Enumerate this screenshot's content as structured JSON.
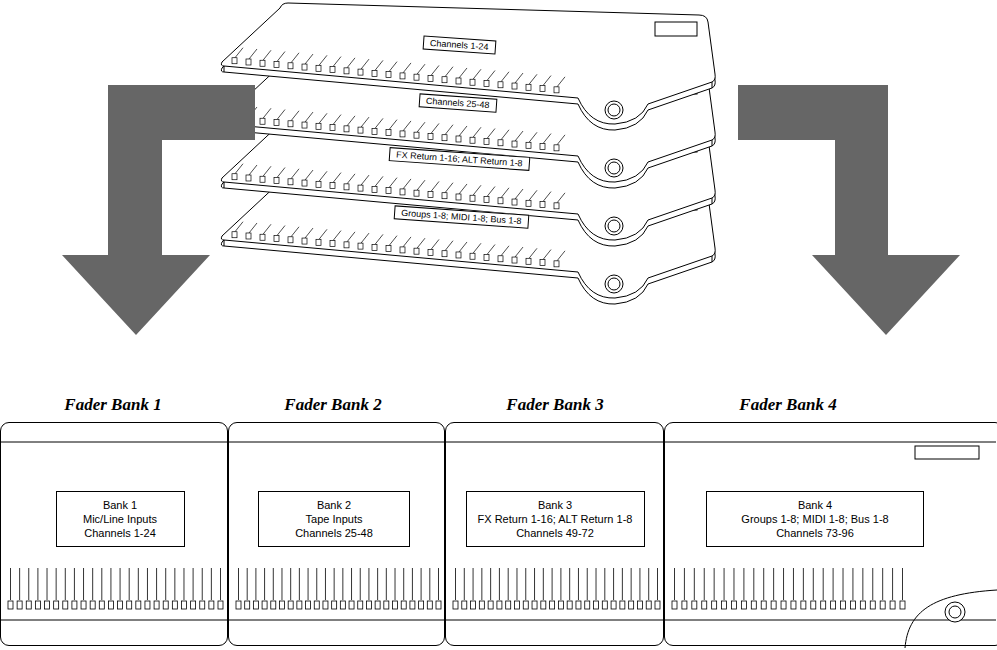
{
  "diagram": {
    "nodes": [
      {
        "text": [
          "Fader Bank 1"
        ]
      },
      {
        "text": [
          "Bank 1",
          "Mic/Line Inputs",
          "Channels 1-24"
        ],
        "in": 0
      },
      {
        "text": [
          "Fader Bank 2"
        ]
      },
      {
        "text": [
          "Bank 2",
          "Tape Inputs",
          "Channels 25-48"
        ],
        "in": 2
      },
      {
        "text": [
          "Fader Bank 3"
        ]
      },
      {
        "text": [
          "Bank 3",
          "FX Return 1-16; ALT Return 1-8",
          "Channels 49-72"
        ],
        "in": 4
      },
      {
        "text": [
          "Fader Bank 4"
        ]
      },
      {
        "text": [
          "Bank 4",
          "Groups 1-8; MIDI 1-8; Bus 1-8",
          "Channels 73-96"
        ],
        "in": 6
      }
    ],
    "labels": [
      "Channels 1-24",
      "Channels 25-48",
      "FX Return 1-16; ALT Return 1-8",
      "Groups 1-8; MIDI 1-8; Bus 1-8"
    ]
  }
}
